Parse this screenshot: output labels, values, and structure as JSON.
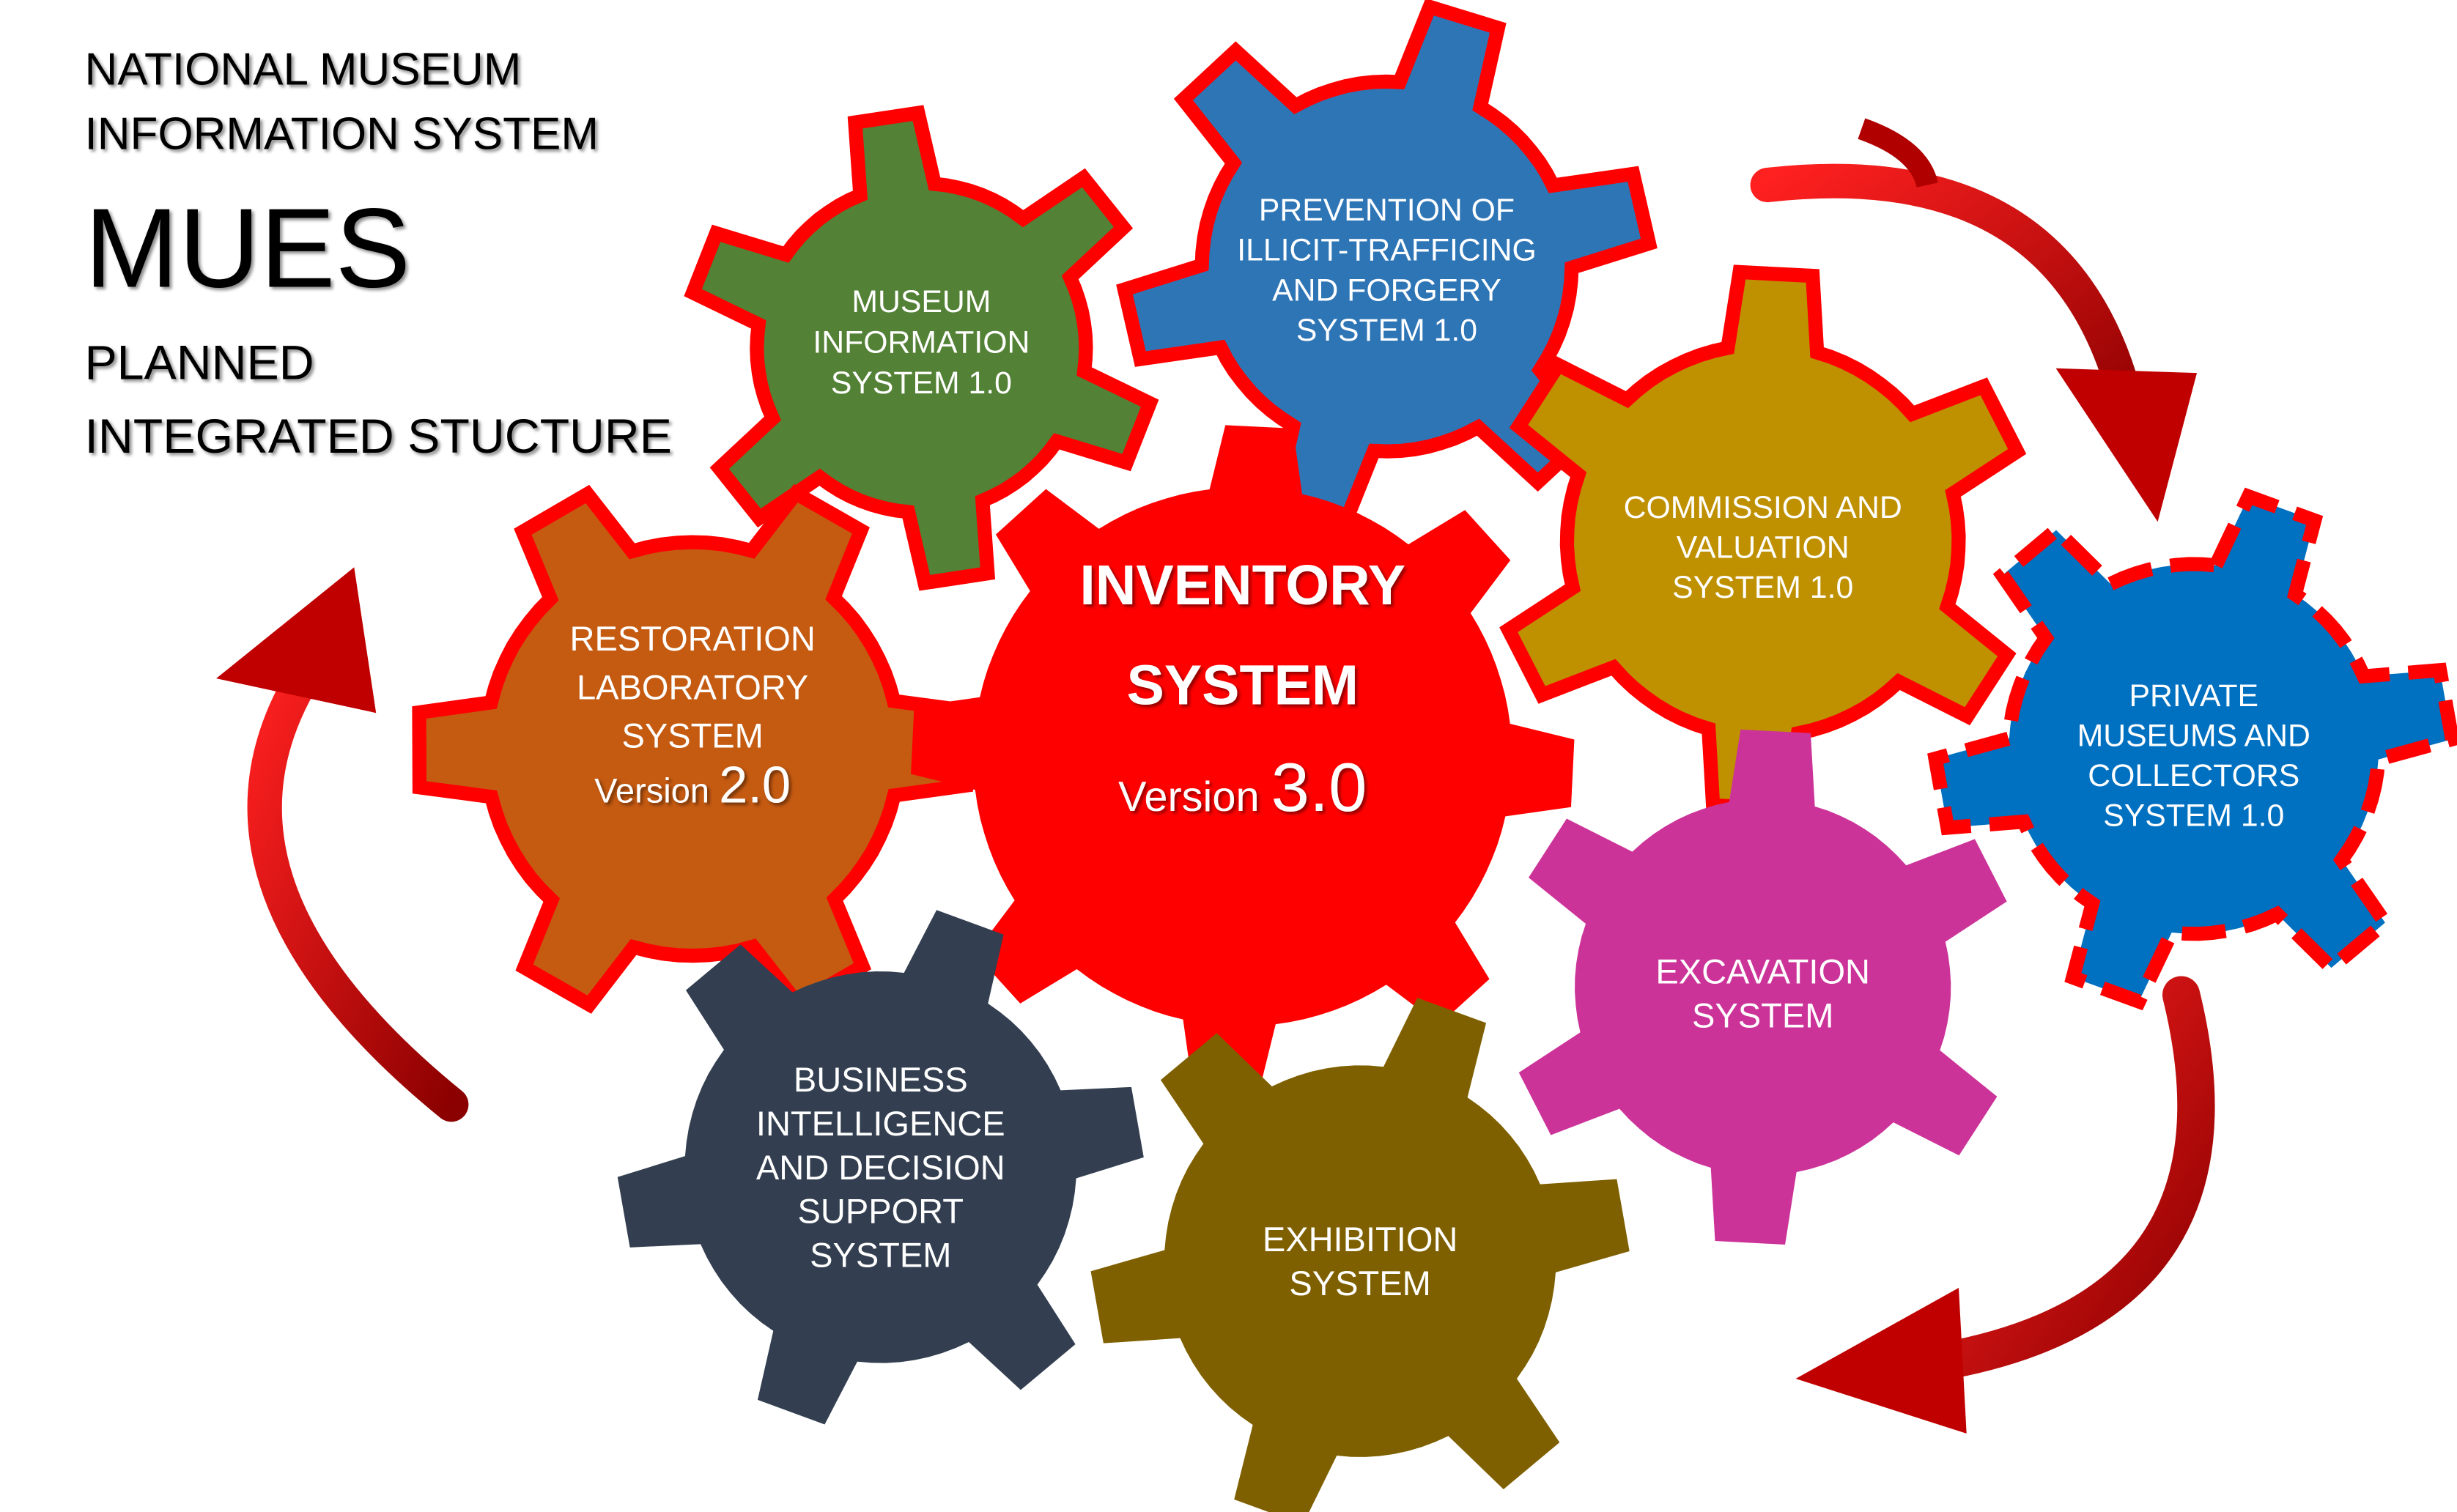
{
  "header": {
    "line1": "NATIONAL MUSEUM",
    "line2": "INFORMATION SYSTEM",
    "acronym": "MUES",
    "line3": "PLANNED",
    "line4": "INTEGRATED STUCTURE"
  },
  "colors": {
    "border": "#FF0000",
    "arrow": "#C00000"
  },
  "gears": [
    {
      "id": "museum-information",
      "lines": [
        "MUSEUM",
        "INFORMATION",
        "SYSTEM 1.0"
      ],
      "color": "#538135",
      "border": "solid"
    },
    {
      "id": "prevention-illicit-trafficking",
      "lines": [
        "PREVENTION OF",
        "ILLICIT-TRAFFICING",
        "AND FORGERY",
        "SYSTEM 1.0"
      ],
      "color": "#2E75B6",
      "border": "solid"
    },
    {
      "id": "commission-valuation",
      "lines": [
        "COMMISSION AND",
        "VALUATION",
        "SYSTEM 1.0"
      ],
      "color": "#BF9000",
      "border": "solid"
    },
    {
      "id": "private-museums-collectors",
      "lines": [
        "PRIVATE",
        "MUSEUMS AND",
        "COLLECTORS",
        "SYSTEM 1.0"
      ],
      "color": "#0070C0",
      "border": "dashed"
    },
    {
      "id": "restoration-laboratory",
      "lines": [
        "RESTORATION",
        "LABORATORY",
        "SYSTEM"
      ],
      "version_label": "Version",
      "version": "2.0",
      "color": "#C55A11",
      "border": "solid"
    },
    {
      "id": "inventory",
      "lines": [
        "INVENTORY",
        "SYSTEM"
      ],
      "version_label": "Version",
      "version": "3.0",
      "color": "#FF0000",
      "border": "none"
    },
    {
      "id": "excavation",
      "lines": [
        "EXCAVATION",
        "SYSTEM"
      ],
      "color": "#CC3399",
      "border": "none"
    },
    {
      "id": "business-intelligence",
      "lines": [
        "BUSINESS",
        "INTELLIGENCE",
        "AND DECISION",
        "SUPPORT",
        "SYSTEM"
      ],
      "color": "#333F50",
      "border": "none"
    },
    {
      "id": "exhibition",
      "lines": [
        "EXHIBITION",
        "SYSTEM"
      ],
      "color": "#7F6000",
      "border": "none"
    }
  ]
}
